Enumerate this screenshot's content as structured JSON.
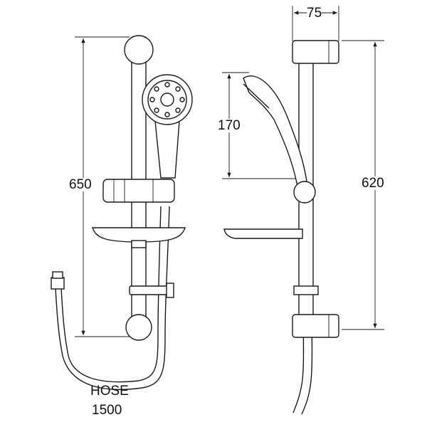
{
  "dimensions": {
    "width_side": "75",
    "height_front": "650",
    "handset": "170",
    "height_side": "620",
    "hose_label": "HOSE",
    "hose_length": "1500"
  },
  "colors": {
    "line": "#1a1a1a",
    "background": "#ffffff"
  }
}
